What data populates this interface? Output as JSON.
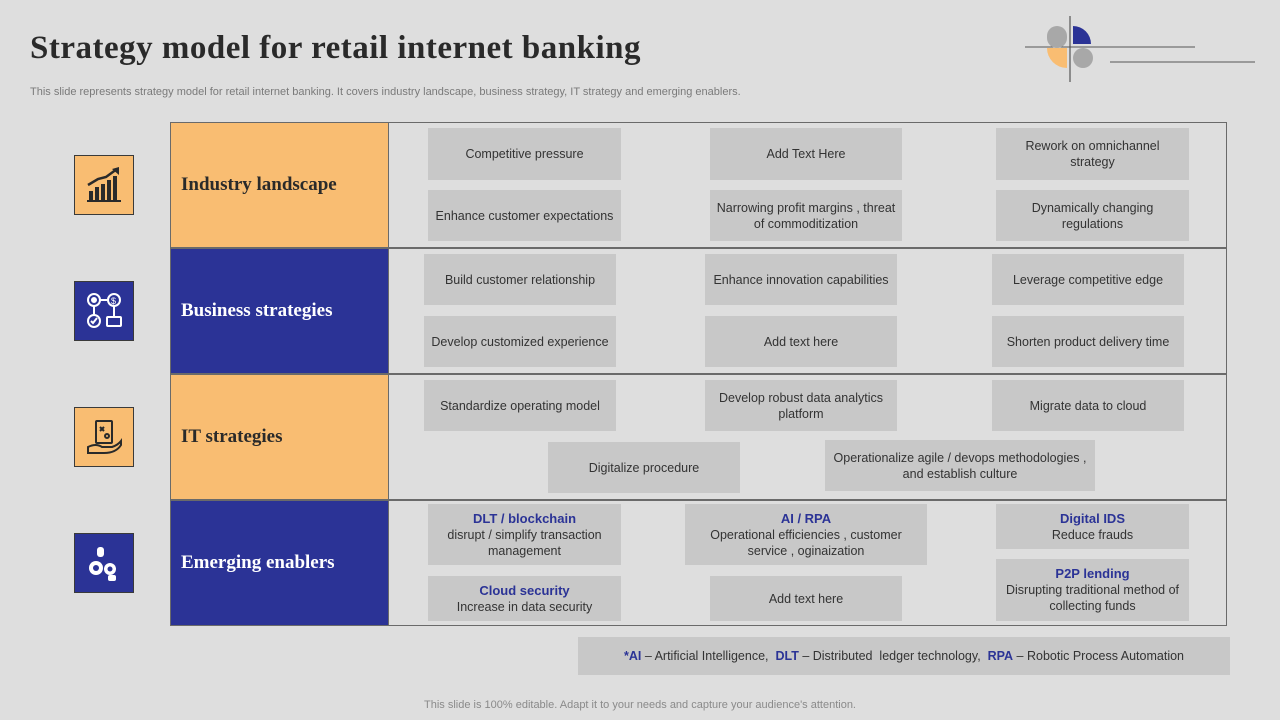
{
  "title": "Strategy model for retail internet banking",
  "subtitle": "This slide represents strategy model for retail internet banking. It covers industry landscape, business strategy, IT strategy and emerging enablers.",
  "colors": {
    "orange": "#f9bd72",
    "blue": "#2b3396",
    "box": "#c8c8c8",
    "background": "#dedede"
  },
  "rows": [
    {
      "label": "Industry  landscape",
      "icon": "growth-chart-icon",
      "boxes": [
        {
          "text": "Competitive  pressure"
        },
        {
          "text": "Add Text Here"
        },
        {
          "text": "Rework  on omnichannel strategy"
        },
        {
          "text": "Enhance customer expectations"
        },
        {
          "text": "Narrowing  profit margins , threat of commoditization"
        },
        {
          "text": "Dynamically changing regulations"
        }
      ]
    },
    {
      "label": "Business strategies",
      "icon": "business-process-icon",
      "boxes": [
        {
          "text": "Build customer relationship"
        },
        {
          "text": "Enhance innovation capabilities"
        },
        {
          "text": "Leverage  competitive edge"
        },
        {
          "text": "Develop  customized experience"
        },
        {
          "text": "Add text here"
        },
        {
          "text": "Shorten product delivery  time"
        }
      ]
    },
    {
      "label": "IT  strategies",
      "icon": "strategy-plan-icon",
      "boxes": [
        {
          "text": "Standardize operating model"
        },
        {
          "text": "Develop  robust data analytics platform"
        },
        {
          "text": "Migrate data to cloud"
        },
        {
          "text": "Digitalize procedure"
        },
        {
          "text": "Operationalize  agile / devops methodologies  , and establish culture"
        }
      ]
    },
    {
      "label": "Emerging  enablers",
      "icon": "innovation-gears-icon",
      "boxes": [
        {
          "heading": "DLT / blockchain",
          "text": "disrupt / simplify transaction management"
        },
        {
          "heading": "AI / RPA",
          "text": "Operational  efficiencies  , customer service  , oginaization"
        },
        {
          "heading": "Digital IDS",
          "text": "Reduce frauds"
        },
        {
          "heading": "Cloud security",
          "text": "Increase in data security"
        },
        {
          "text": "Add text here"
        },
        {
          "heading": "P2P lending",
          "text": "Disrupting  traditional  method of collecting funds"
        }
      ]
    }
  ],
  "legend": {
    "ai_abbr": "*AI",
    "ai_text": " – Artificial Intelligence,  ",
    "dlt_abbr": "DLT",
    "dlt_text": " – Distributed  ledger technology,  ",
    "rpa_abbr": "RPA",
    "rpa_text": " – Robotic Process Automation"
  },
  "footer": "This slide is 100% editable. Adapt it to your needs and capture your audience's attention."
}
